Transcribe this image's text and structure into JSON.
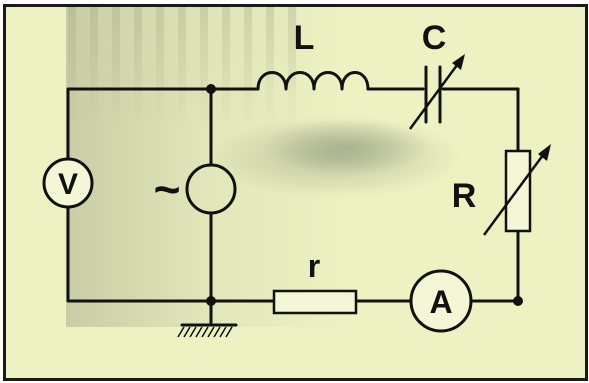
{
  "labels": {
    "inductor": "L",
    "capacitor": "C",
    "rheostat": "R",
    "resistor": "r",
    "voltmeter": "V",
    "ammeter": "A",
    "ac_source": "~"
  },
  "colors": {
    "background": "#eef2c2",
    "wire": "#111111",
    "component_fill": "#f4f6d6",
    "frame": "#1a1a1a"
  }
}
